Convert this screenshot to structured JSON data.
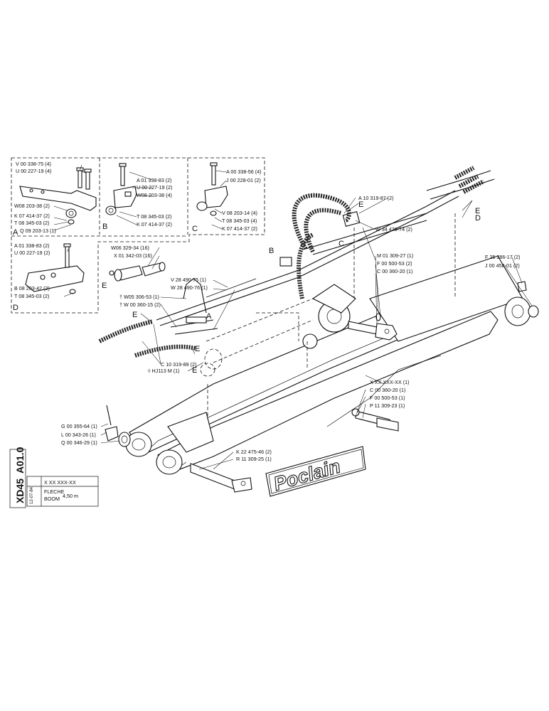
{
  "insets": {
    "A": {
      "letter": "A",
      "labels": [
        "V 00 338-75 (4)",
        "U 00 227-19 (4)",
        "W08 203-38 (2)",
        "K 07 414-37 (2)",
        "T 08 345-03 (2)",
        "Q 09 203-13 (1)"
      ]
    },
    "B": {
      "letter": "B",
      "labels": [
        "A 01 338-83 (2)",
        "U 00 227-19 (2)",
        "W08 203-38 (4)",
        "T 08 345-03 (2)",
        "K 07 414-37 (2)"
      ]
    },
    "C": {
      "letter": "C",
      "labels": [
        "A 00 338-56 (4)",
        "J 00 228-01 (2)",
        "V 08 203-14 (4)",
        "T 08 345-03 (4)",
        "K 07 414-37 (2)"
      ]
    },
    "D": {
      "letter": "D",
      "labels": [
        "A 01 338-83 (2)",
        "U 00 227-19 (2)",
        "B 08 203-42 (2)",
        "T 08 345-03 (2)"
      ]
    },
    "E": {
      "letter": "E",
      "labels": [
        "W06 329-34 (16)",
        "X 01 342-03 (16)"
      ]
    }
  },
  "main_labels": {
    "a10": "A 10 319-87 (2)",
    "w34": "W 34 476-74 (2)",
    "m01": "M 01 309-27 (1)",
    "f00a": "F 00 500-53 (2)",
    "c00a": "C 00 360-20 (1)",
    "f25": "F 25 286-17 (2)",
    "j00": "J 00 458-01 (2)",
    "v28": "V 28 490-75 (1)",
    "w28": "W 28 490-76 (1)",
    "w05": "† W05 306-53 (1)",
    "w00": "† W 00 360-15 (2)",
    "c10": "C 10 319-89 (2)",
    "hj": "◊ HJ113 M    (1)",
    "xxx": "X XX XXX-XX (1)",
    "c00b": "C 00 360-20 (1)",
    "f00b": "F 00 500-53 (1)",
    "p11": "P 11 309-23 (1)",
    "g00": "G 00 355-64 (1)",
    "l00": "L 00 343-26 (1)",
    "q00": "Q 00 346-29 (1)",
    "k22": "K 22 475-46 (2)",
    "r11": "R 11 309-25 (1)"
  },
  "letters": {
    "A1": "A",
    "B1": "B",
    "C1": "C",
    "D1": "D",
    "E1": "E",
    "E2": "E",
    "E3": "E",
    "E4": "E"
  },
  "brand": "Poclain",
  "title_block": {
    "code1": "XD45",
    "code2": "A01.0",
    "date": "12-07-84",
    "ref": "X XX  XXX-XX",
    "name_fr": "FLECHE",
    "name_en": "BOOM",
    "size": "4,50 m"
  }
}
